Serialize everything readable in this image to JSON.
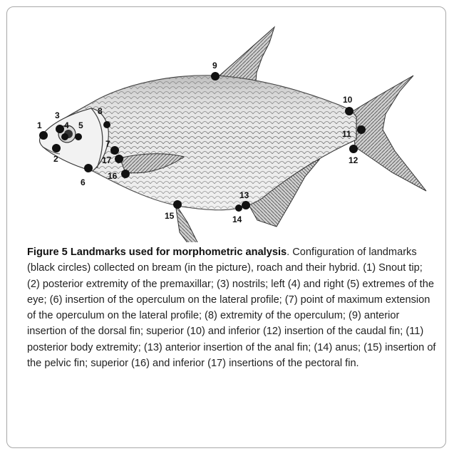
{
  "figure": {
    "landmarks": [
      {
        "id": "1"
      },
      {
        "id": "2"
      },
      {
        "id": "3"
      },
      {
        "id": "4"
      },
      {
        "id": "5"
      },
      {
        "id": "6"
      },
      {
        "id": "7"
      },
      {
        "id": "8"
      },
      {
        "id": "9"
      },
      {
        "id": "10"
      },
      {
        "id": "11"
      },
      {
        "id": "12"
      },
      {
        "id": "13"
      },
      {
        "id": "14"
      },
      {
        "id": "15"
      },
      {
        "id": "16"
      },
      {
        "id": "17"
      }
    ]
  },
  "caption": {
    "title": "Figure 5 Landmarks used for morphometric analysis",
    "body": ". Configuration of landmarks (black circles) collected on bream (in the picture), roach and their hybrid. (1) Snout tip; (2) posterior extremity of the premaxillar; (3) nostrils; left (4) and right (5) extremes of the eye; (6) insertion of the operculum on the lateral profile; (7) point of maximum extension of the operculum on the lateral profile; (8) extremity of the operculum; (9) anterior insertion of the dorsal fin; superior (10) and inferior (12) insertion of the caudal fin; (11) posterior body extremity; (13) anterior insertion of the anal fin; (14) anus; (15) insertion of the pelvic fin; superior (16) and inferior (17) insertions of the pectoral fin."
  }
}
